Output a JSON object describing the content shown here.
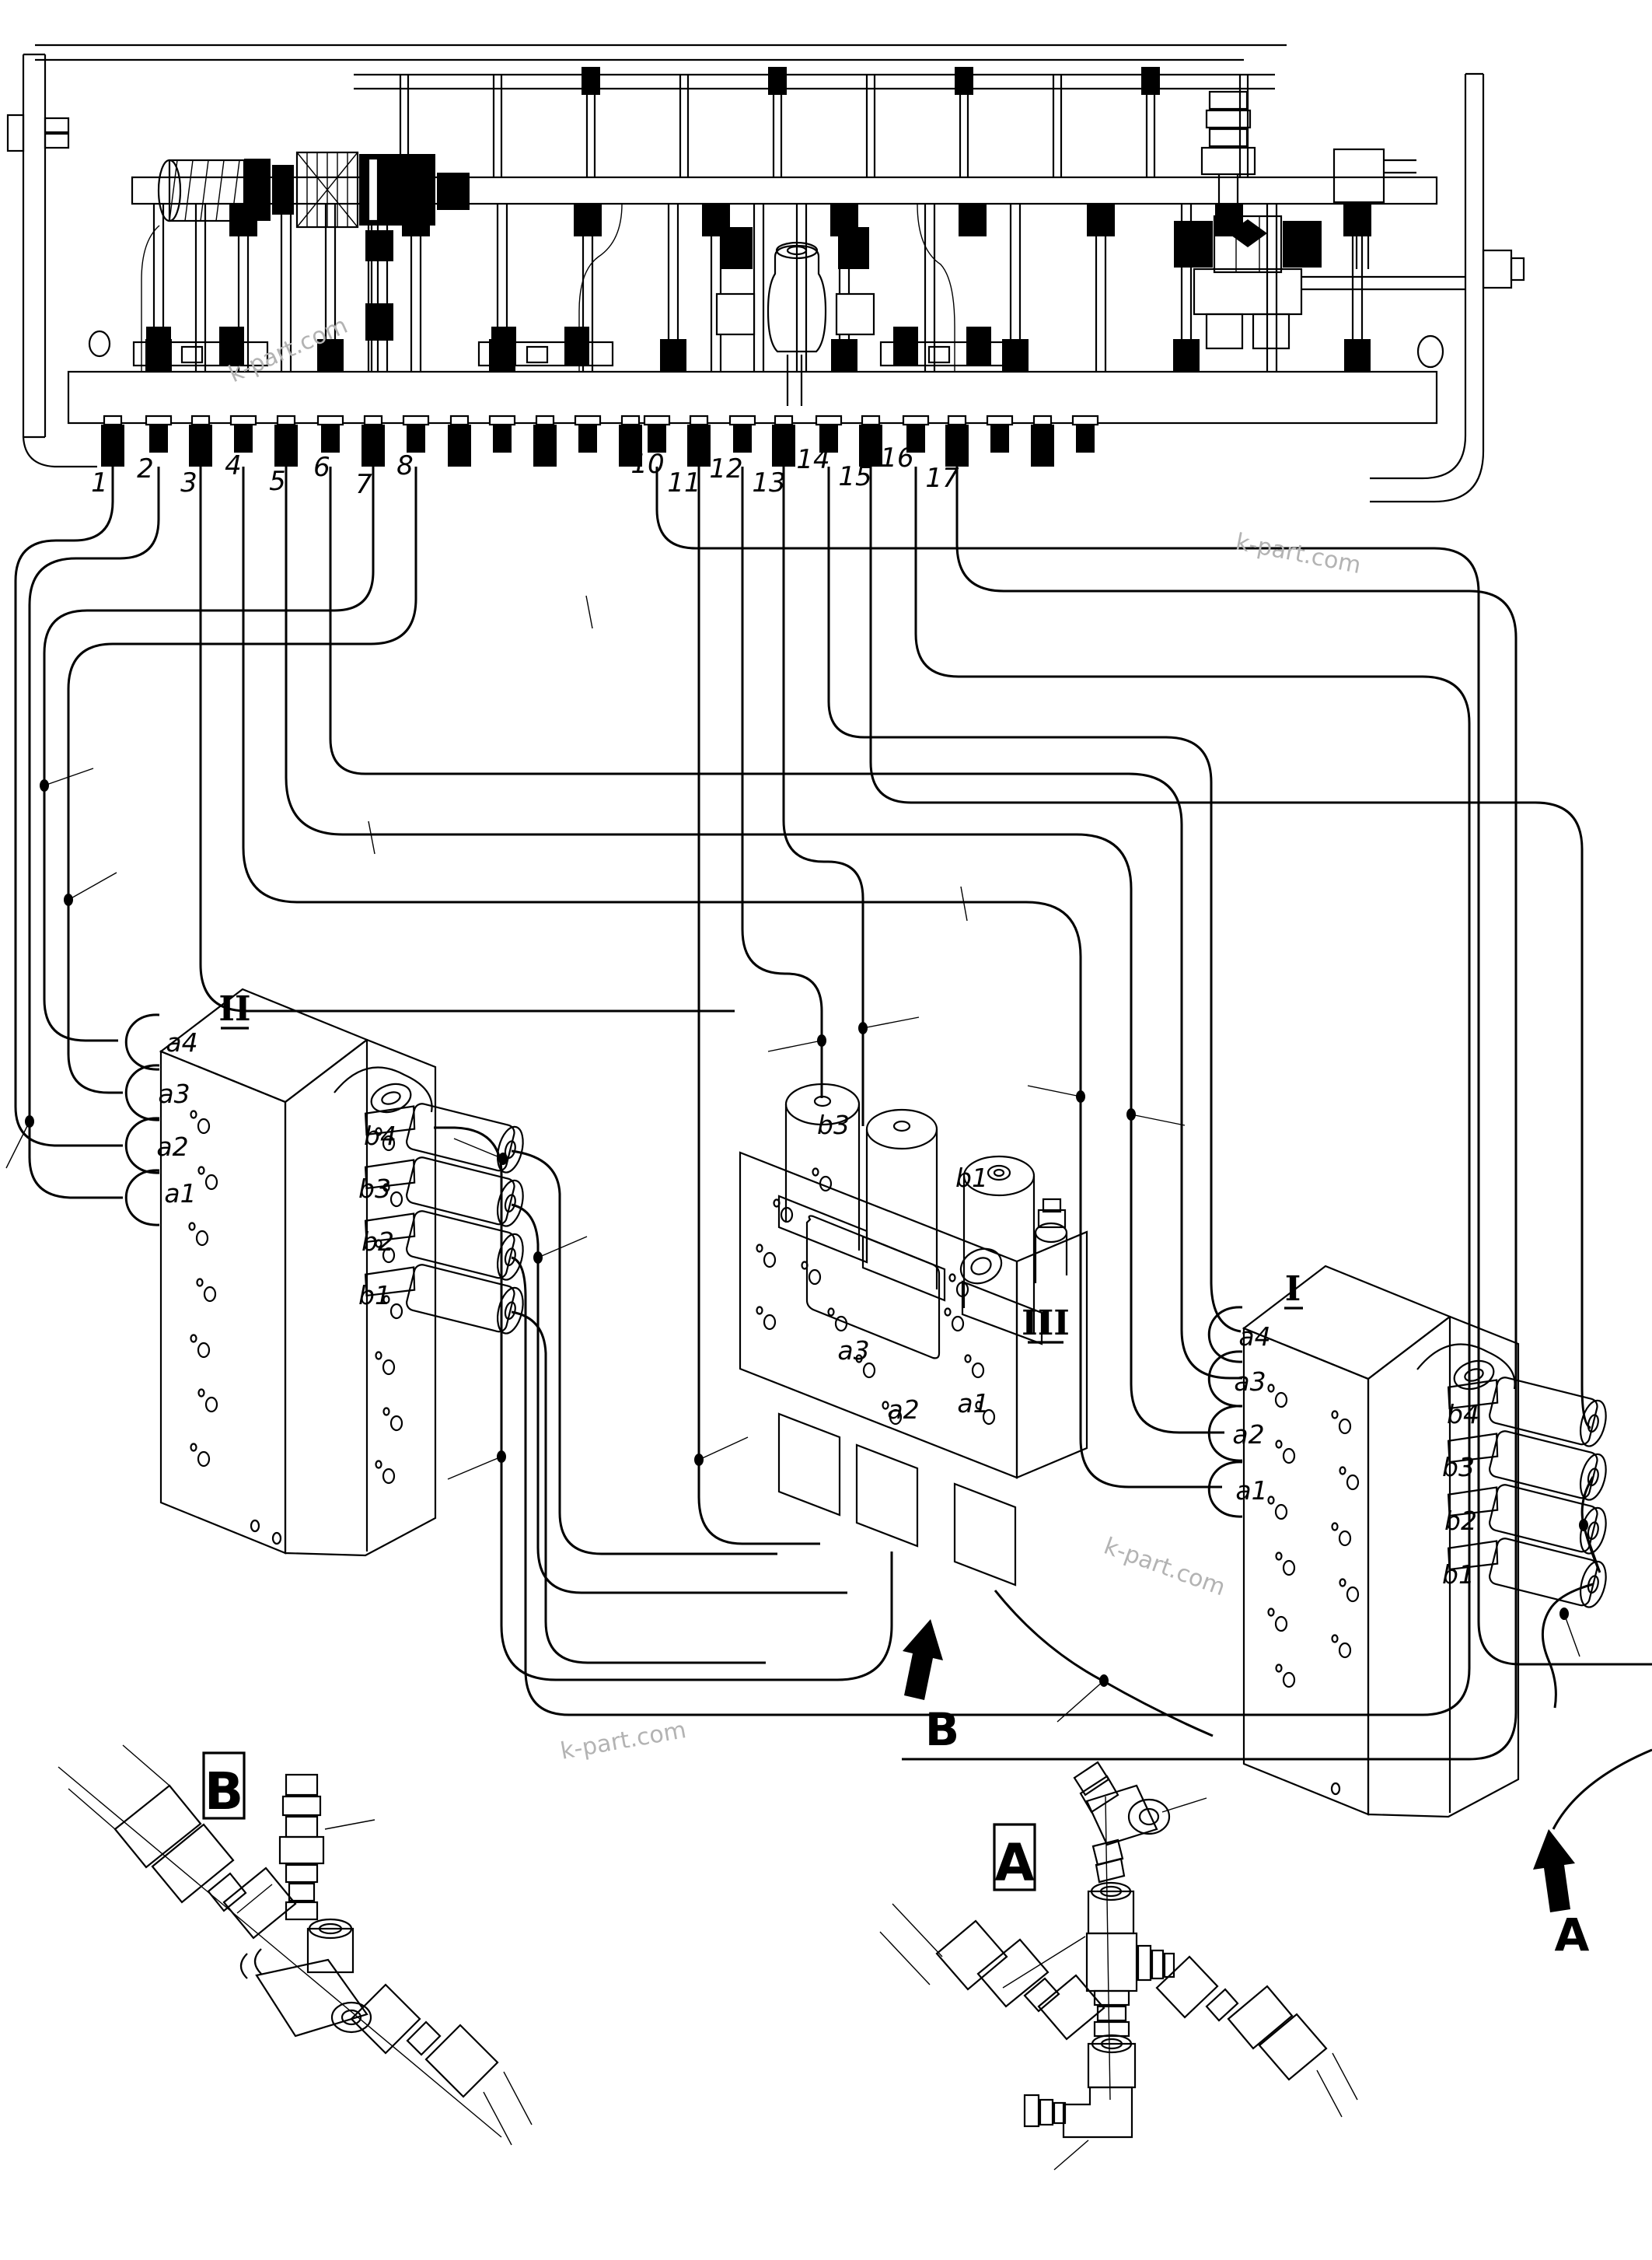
{
  "figure": {
    "background": "#ffffff",
    "line_color": "#000000",
    "watermark_color": "#b3b3b3"
  },
  "watermarks": [
    {
      "text": "k-part.com"
    },
    {
      "text": "k-part.com"
    },
    {
      "text": "k-part.com"
    },
    {
      "text": "k-part.com"
    }
  ],
  "manifold": {
    "port_labels": [
      "1",
      "2",
      "3",
      "4",
      "5",
      "6",
      "7",
      "8",
      "10",
      "11",
      "12",
      "13",
      "14",
      "15",
      "16",
      "17"
    ]
  },
  "blocks": {
    "block_ii": {
      "label": "II",
      "a_ports": [
        "a4",
        "a3",
        "a2",
        "a1"
      ],
      "b_ports": [
        "b4",
        "b3",
        "b2",
        "b1"
      ]
    },
    "block_iii": {
      "label": "III",
      "top_ports": [
        "b3",
        "b1"
      ],
      "bottom_ports": [
        "a3",
        "a2",
        "a1"
      ]
    },
    "block_i": {
      "label": "I",
      "a_ports": [
        "a4",
        "a3",
        "a2",
        "a1"
      ],
      "b_ports": [
        "b4",
        "b3",
        "b2",
        "b1"
      ]
    }
  },
  "details": {
    "b": {
      "label": "B"
    },
    "a": {
      "label": "A"
    }
  },
  "arrows": {
    "b": {
      "label": "B"
    },
    "a": {
      "label": "A"
    }
  }
}
